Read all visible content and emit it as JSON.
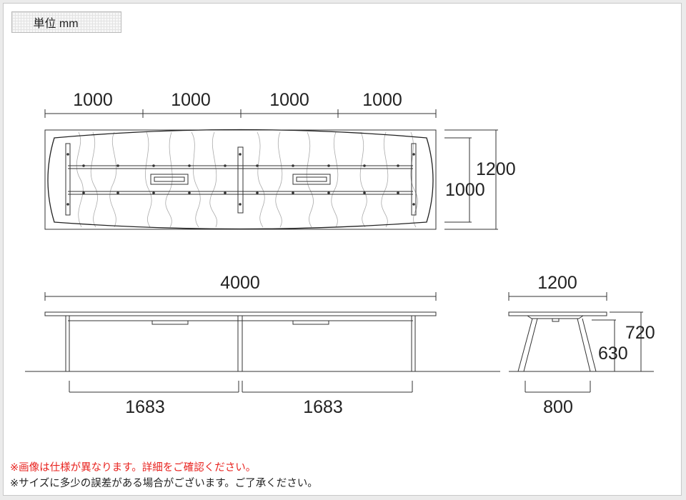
{
  "unit_label": "単位 mm",
  "top_view": {
    "segment_widths": [
      "1000",
      "1000",
      "1000",
      "1000"
    ],
    "depth_outer": "1200",
    "depth_inner": "1000"
  },
  "front_view": {
    "total_width": "4000",
    "leg_spans": [
      "1683",
      "1683"
    ]
  },
  "side_view": {
    "depth": "1200",
    "height_total": "720",
    "height_under": "630",
    "foot_span": "800"
  },
  "notes": {
    "note1": "※画像は仕様が異なります。詳細をご確認ください。",
    "note2": "※サイズに多少の誤差がある場合がございます。ご了承ください。"
  },
  "colors": {
    "note_red": "#e8231f",
    "line": "#333333"
  }
}
